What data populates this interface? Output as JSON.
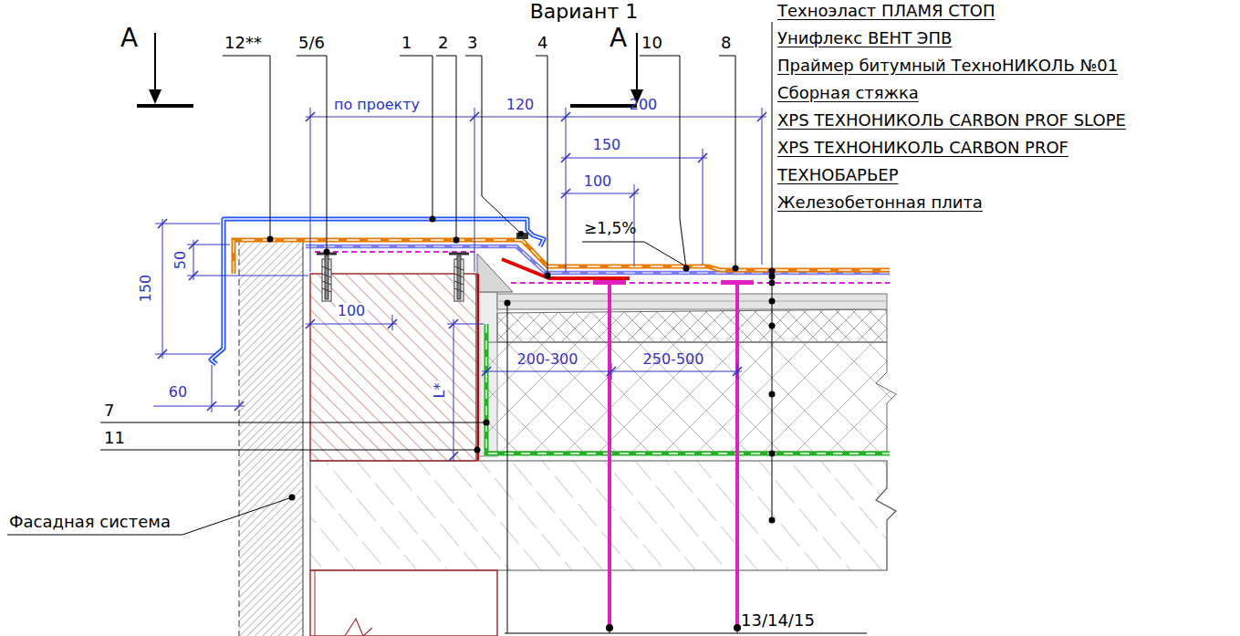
{
  "diagram": {
    "title": "Вариант 1",
    "labels": [
      "A",
      "A",
      "12**",
      "5/6",
      "1",
      "2",
      "3",
      "4",
      "10",
      "8",
      "Техноэласт ПЛАМЯ СТОП",
      "Унифлекс ВЕНТ ЭПВ",
      "Праймер битумный ТехноНИКОЛЬ №01",
      "Сборная стяжка",
      "XPS ТЕХНОНИКОЛЬ CARBON PROF SLOPE",
      "XPS ТЕХНОНИКОЛЬ CARBON PROF",
      "ТЕХНОБАРЬЕР",
      "Железобетонная плита",
      "по проекту",
      "120",
      "200",
      "150",
      "100",
      "≥1,5%",
      "150",
      "50",
      "100",
      "60",
      "L*",
      "200-300",
      "250-500",
      "7",
      "11",
      "Фасадная система",
      "13/14/15"
    ]
  }
}
